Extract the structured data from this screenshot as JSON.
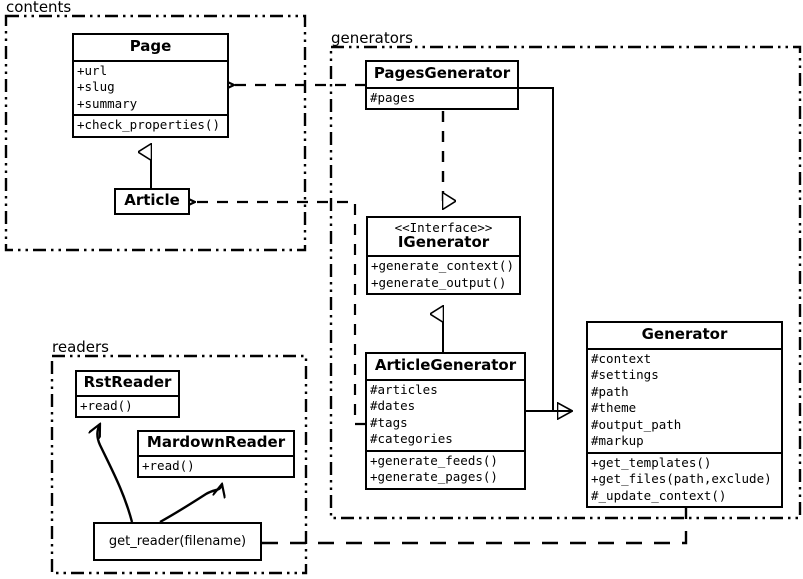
{
  "diagram": {
    "title": "UML class diagram",
    "stroke_color": "#000000",
    "background_color": "#ffffff"
  },
  "packages": [
    {
      "id": "contents",
      "label": "contents"
    },
    {
      "id": "generators",
      "label": "generators"
    },
    {
      "id": "readers",
      "label": "readers"
    }
  ],
  "classes": {
    "page": {
      "name": "Page",
      "attributes": [
        "+url",
        "+slug",
        "+summary"
      ],
      "methods": [
        "+check_properties()"
      ]
    },
    "article": {
      "name": "Article",
      "attributes": [],
      "methods": []
    },
    "pages_generator": {
      "name": "PagesGenerator",
      "attributes": [
        "#pages"
      ],
      "methods": []
    },
    "igenerator": {
      "stereotype": "<<Interface>>",
      "name": "IGenerator",
      "attributes": [],
      "methods": [
        "+generate_context()",
        "+generate_output()"
      ]
    },
    "article_generator": {
      "name": "ArticleGenerator",
      "attributes": [
        "#articles",
        "#dates",
        "#tags",
        "#categories"
      ],
      "methods": [
        "+generate_feeds()",
        "+generate_pages()"
      ]
    },
    "generator": {
      "name": "Generator",
      "attributes": [
        "#context",
        "#settings",
        "#path",
        "#theme",
        "#output_path",
        "#markup"
      ],
      "methods": [
        "+get_templates()",
        "+get_files(path,exclude)",
        "#_update_context()"
      ]
    },
    "rst_reader": {
      "name": "RstReader",
      "attributes": [],
      "methods": [
        "+read()"
      ]
    },
    "mardown_reader": {
      "name": "MardownReader",
      "attributes": [],
      "methods": [
        "+read()"
      ]
    }
  },
  "functions": {
    "get_reader": {
      "label": "get_reader(filename)"
    }
  },
  "relationships": [
    {
      "id": "article-inherits-page",
      "type": "generalization",
      "from": "Article",
      "to": "Page"
    },
    {
      "id": "pagesgenerator-realizes-igenerator",
      "type": "realization",
      "from": "PagesGenerator",
      "to": "IGenerator"
    },
    {
      "id": "articlegenerator-realizes-igenerator",
      "type": "generalization",
      "from": "ArticleGenerator",
      "to": "IGenerator"
    },
    {
      "id": "pagesgenerator-inherits-generator",
      "type": "generalization",
      "from": "PagesGenerator",
      "to": "Generator"
    },
    {
      "id": "articlegenerator-inherits-generator",
      "type": "generalization",
      "from": "ArticleGenerator",
      "to": "Generator"
    },
    {
      "id": "pagesgenerator-uses-page",
      "type": "dependency",
      "from": "PagesGenerator",
      "to": "Page"
    },
    {
      "id": "articlegenerator-uses-article",
      "type": "dependency",
      "from": "ArticleGenerator",
      "to": "Article"
    },
    {
      "id": "generator-uses-get-reader",
      "type": "dependency",
      "from": "Generator",
      "to": "get_reader(filename)"
    },
    {
      "id": "get-reader-returns-rstreader",
      "type": "association",
      "from": "get_reader(filename)",
      "to": "RstReader"
    },
    {
      "id": "get-reader-returns-mardownreader",
      "type": "association",
      "from": "get_reader(filename)",
      "to": "MardownReader"
    }
  ]
}
